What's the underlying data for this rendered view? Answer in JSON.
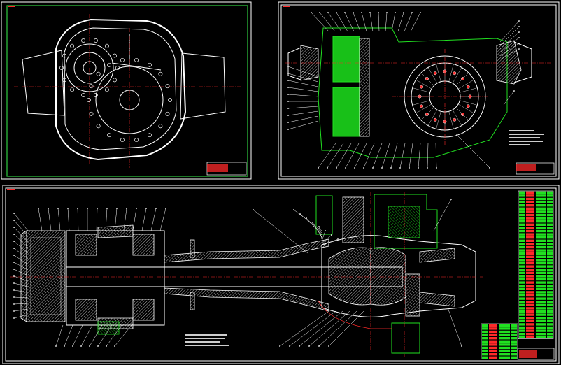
{
  "drawing": {
    "sheets": [
      {
        "id": "housing-outline",
        "label": ""
      },
      {
        "id": "gear-train-section",
        "label": ""
      },
      {
        "id": "axle-shaft-section",
        "label": ""
      }
    ],
    "colors": {
      "background": "#000000",
      "frame": "#ffffff",
      "inner_frame": "#2ecc40",
      "section_lines": "#ffffff",
      "gear_parts": "#21e021",
      "centerlines": "#ff2a2a",
      "title_block_fill": "#ff2a2a",
      "parts_list_fill": "#21e021"
    },
    "icons": [
      "bolt-circle",
      "gear-section",
      "bearing-section",
      "differential-section",
      "parts-list-table",
      "title-block"
    ]
  }
}
